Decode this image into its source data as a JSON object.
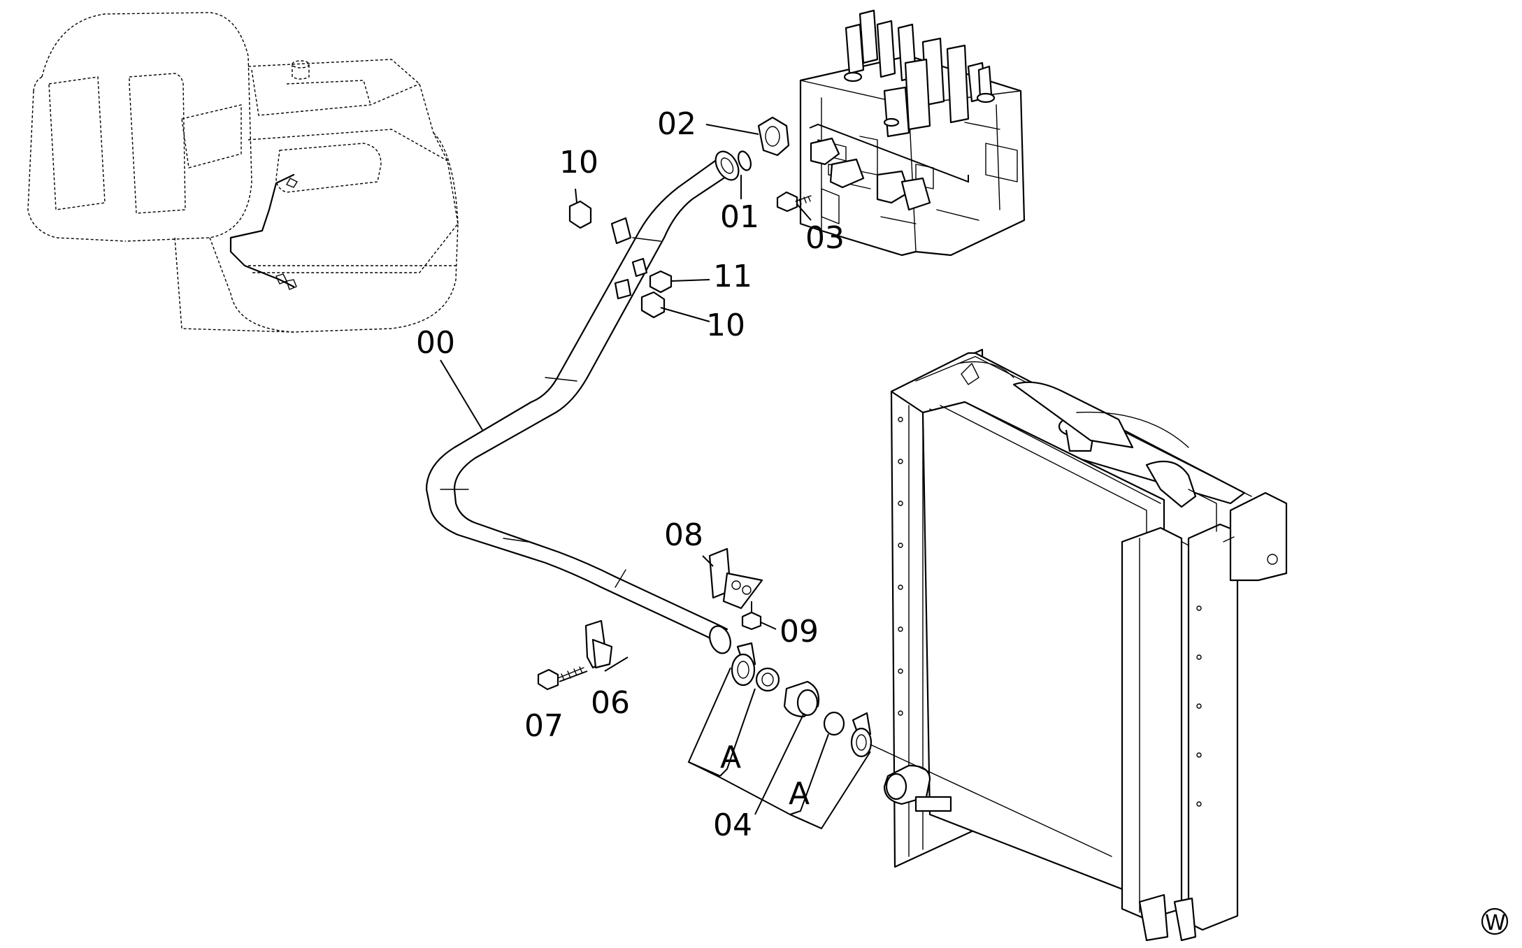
{
  "diagram": {
    "callouts": {
      "c00": "00",
      "c01": "01",
      "c02": "02",
      "c03": "03",
      "c04": "04",
      "c06": "06",
      "c07": "07",
      "c08": "08",
      "c09": "09",
      "c10a": "10",
      "c10b": "10",
      "c11": "11",
      "groupA1": "A",
      "groupA2": "A"
    },
    "corner_mark": "W"
  }
}
